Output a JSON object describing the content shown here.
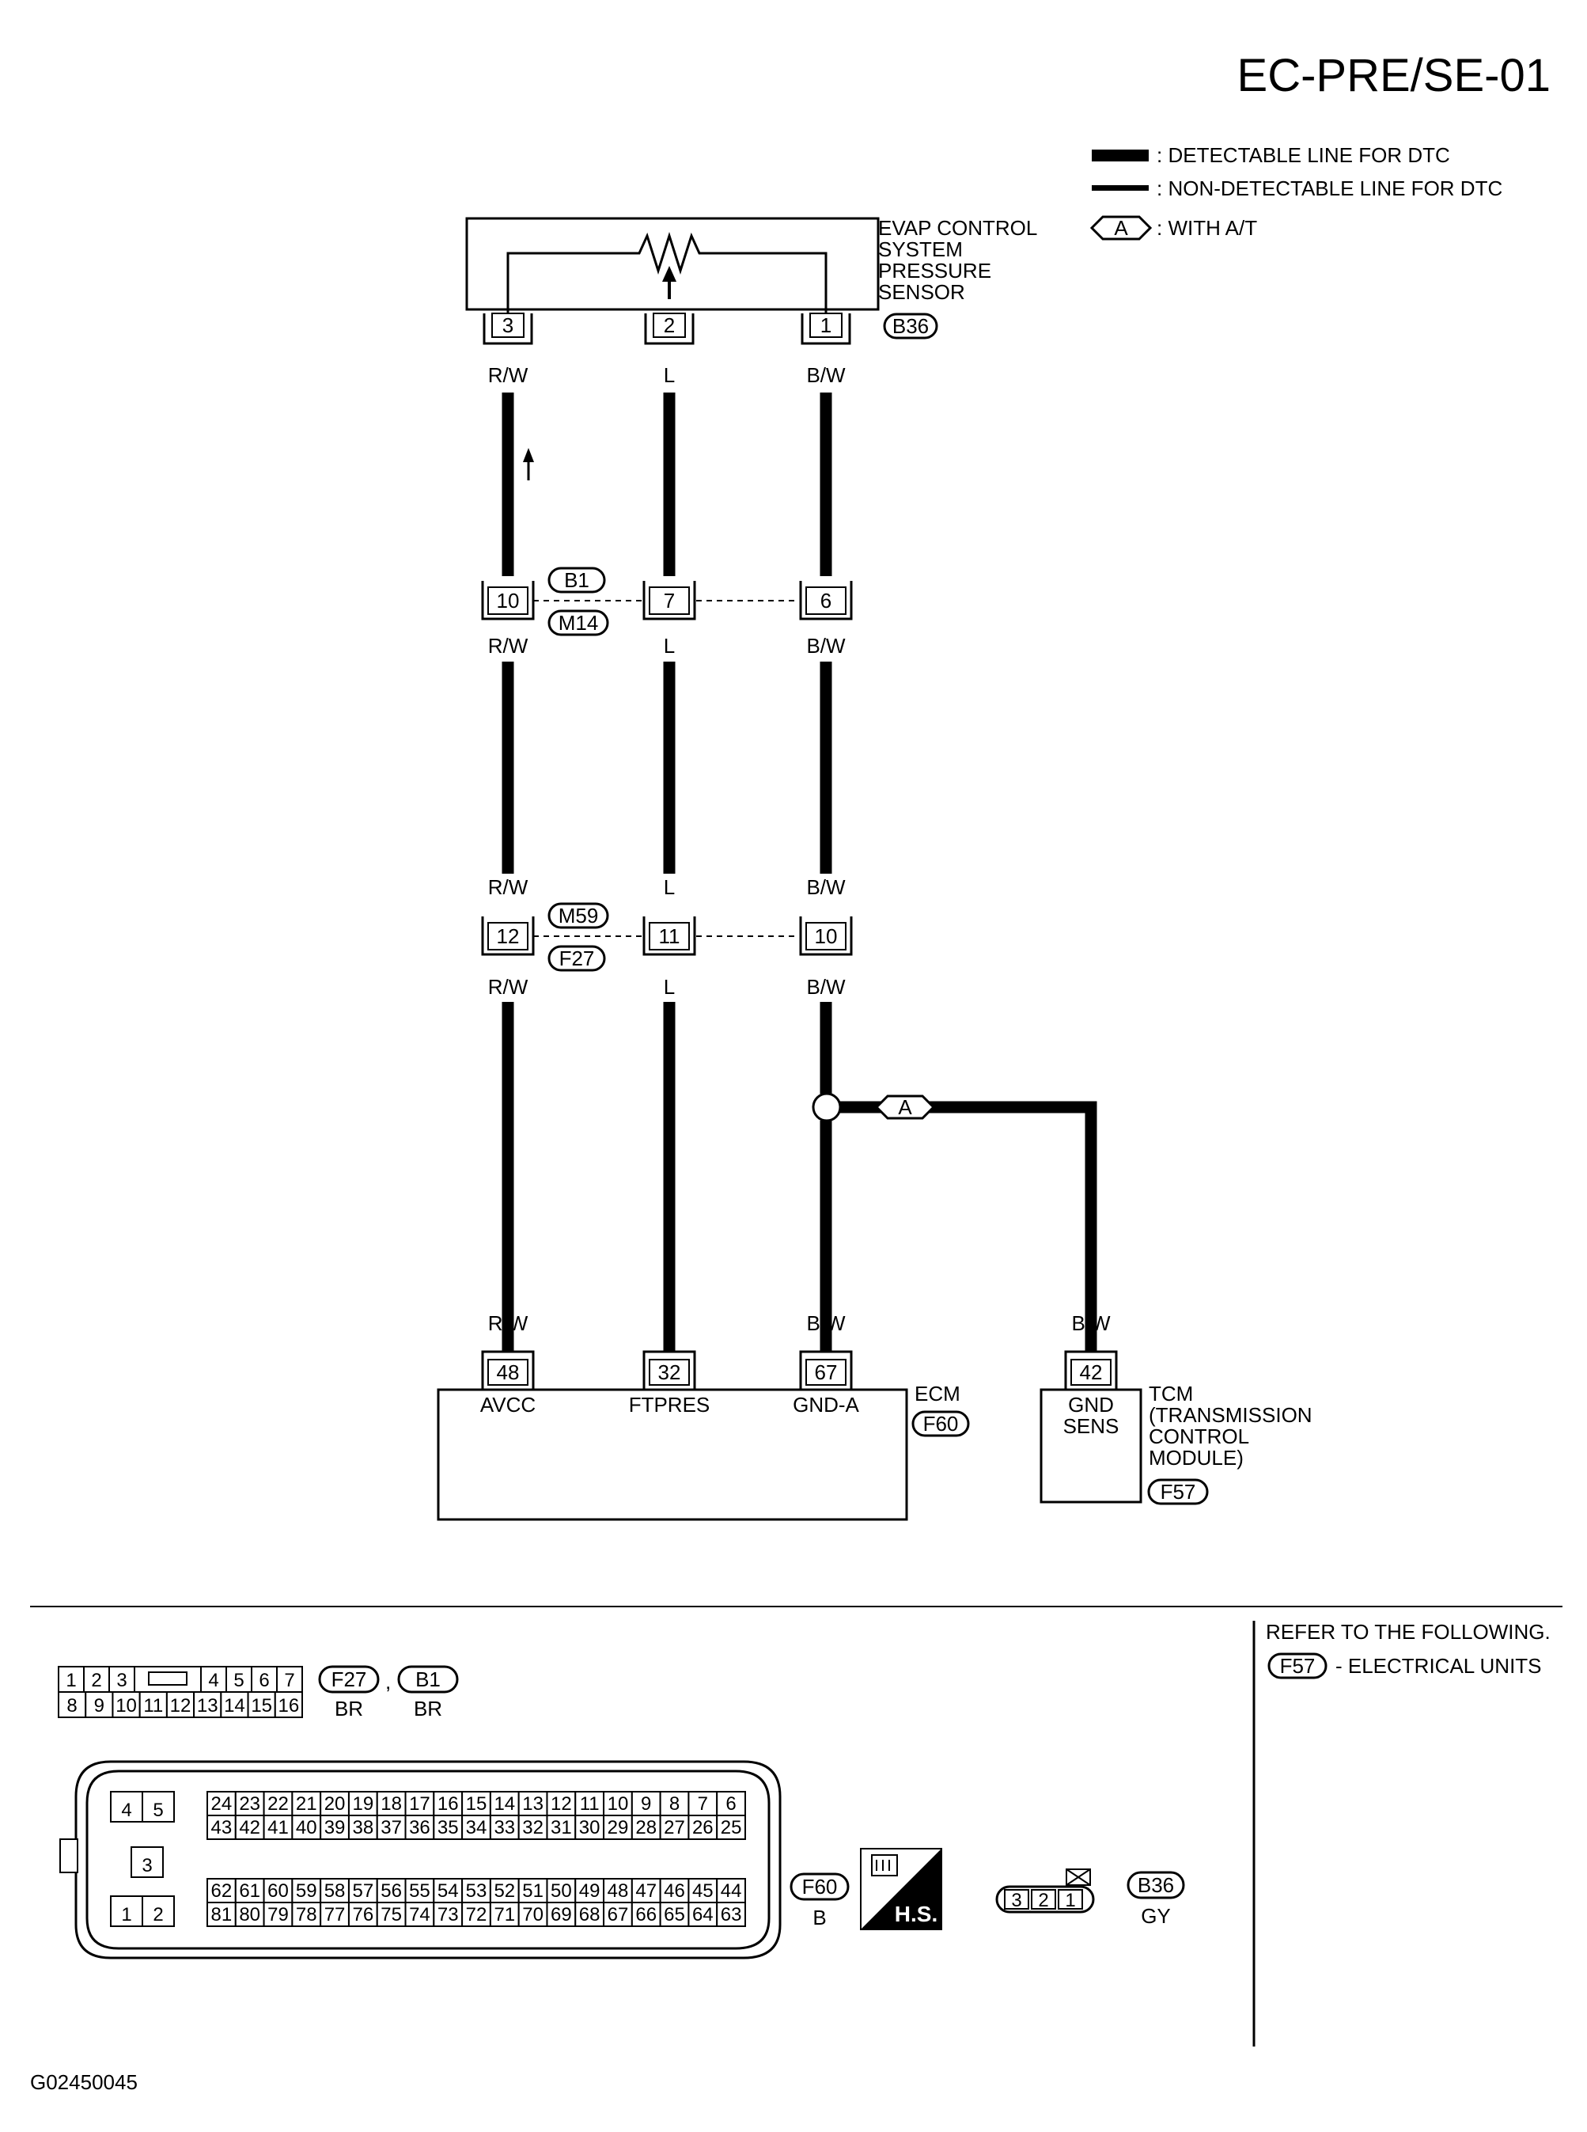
{
  "header": {
    "title": "EC-PRE/SE-01"
  },
  "legend": {
    "detectable": ": DETECTABLE LINE FOR DTC",
    "non_detectable": ": NON-DETECTABLE LINE FOR DTC",
    "option_letter": "A",
    "option_text": ": WITH A/T"
  },
  "sensor": {
    "name_lines": [
      "EVAP CONTROL",
      "SYSTEM",
      "PRESSURE",
      "SENSOR"
    ],
    "connector": "B36",
    "pins": [
      "3",
      "2",
      "1"
    ]
  },
  "wires": {
    "rw": "R/W",
    "l": "L",
    "bw": "B/W"
  },
  "joint1": {
    "pins": [
      "10",
      "7",
      "6"
    ],
    "connectors": [
      "B1",
      "M14"
    ]
  },
  "joint2": {
    "pins": [
      "12",
      "11",
      "10"
    ],
    "connectors": [
      "M59",
      "F27"
    ]
  },
  "splice": {
    "letter": "A"
  },
  "ecm": {
    "name": "ECM",
    "connector": "F60",
    "pins": [
      "48",
      "32",
      "67"
    ],
    "terminals": [
      "AVCC",
      "FTPRES",
      "GND-A"
    ]
  },
  "tcm": {
    "name_lines": [
      "TCM",
      "(TRANSMISSION",
      "CONTROL",
      "MODULE)"
    ],
    "connector": "F57",
    "pin": "42",
    "terminal_lines": [
      "GND",
      "SENS"
    ]
  },
  "refer": {
    "title": "REFER TO THE FOLLOWING.",
    "connector": "F57",
    "text": "- ELECTRICAL UNITS"
  },
  "face_f27": {
    "top_row": [
      "1",
      "2",
      "3",
      "4",
      "5",
      "6",
      "7"
    ],
    "bottom_row": [
      "8",
      "9",
      "10",
      "11",
      "12",
      "13",
      "14",
      "15",
      "16"
    ],
    "connectors": [
      "F27",
      "B1"
    ],
    "separator": ",",
    "colors": [
      "BR",
      "BR"
    ]
  },
  "face_f60": {
    "small_top": [
      "4",
      "5"
    ],
    "small_mid": "3",
    "small_bottom": [
      "1",
      "2"
    ],
    "row1": [
      "24",
      "23",
      "22",
      "21",
      "20",
      "19",
      "18",
      "17",
      "16",
      "15",
      "14",
      "13",
      "12",
      "11",
      "10",
      "9",
      "8",
      "7",
      "6"
    ],
    "row2": [
      "43",
      "42",
      "41",
      "40",
      "39",
      "38",
      "37",
      "36",
      "35",
      "34",
      "33",
      "32",
      "31",
      "30",
      "29",
      "28",
      "27",
      "26",
      "25"
    ],
    "row3": [
      "62",
      "61",
      "60",
      "59",
      "58",
      "57",
      "56",
      "55",
      "54",
      "53",
      "52",
      "51",
      "50",
      "49",
      "48",
      "47",
      "46",
      "45",
      "44"
    ],
    "row4": [
      "81",
      "80",
      "79",
      "78",
      "77",
      "76",
      "75",
      "74",
      "73",
      "72",
      "71",
      "70",
      "69",
      "68",
      "67",
      "66",
      "65",
      "64",
      "63"
    ],
    "connector": "F60",
    "color": "B",
    "hs_label": "H.S."
  },
  "face_b36": {
    "pins": [
      "3",
      "2",
      "1"
    ],
    "connector": "B36",
    "color": "GY"
  },
  "footer": {
    "code": "G02450045"
  }
}
